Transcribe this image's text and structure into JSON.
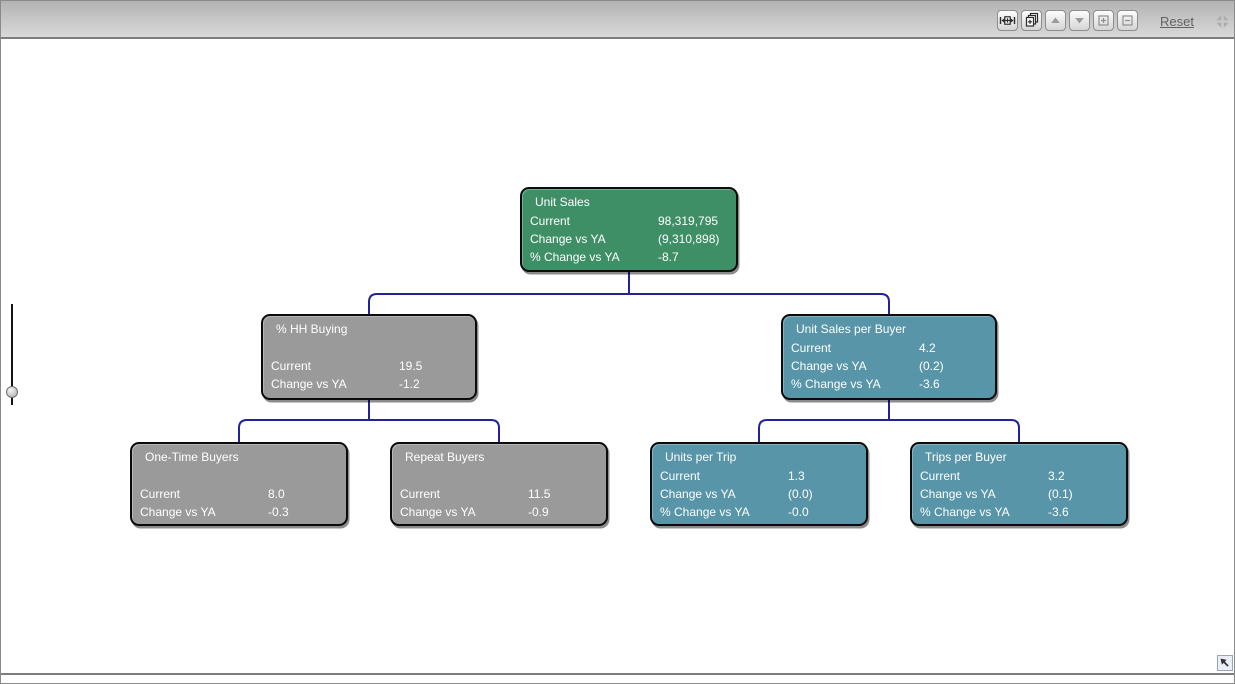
{
  "toolbar": {
    "reset_label": "Reset",
    "buttons": [
      {
        "icon": "expand-width-icon",
        "enabled": true
      },
      {
        "icon": "cascade-windows-icon",
        "enabled": true
      },
      {
        "icon": "arrow-up-icon",
        "enabled": false
      },
      {
        "icon": "arrow-down-icon",
        "enabled": false
      },
      {
        "icon": "zoom-in-icon",
        "enabled": false
      },
      {
        "icon": "zoom-out-icon",
        "enabled": false
      }
    ],
    "collapse_all_icon": "collapse-inward-icon"
  },
  "slider": {
    "orientation": "vertical",
    "knob_position": "near-bottom"
  },
  "jump_button": {
    "icon": "arrow-up-left-icon"
  },
  "colors": {
    "node_green": "#3F8F66",
    "node_gray": "#9A9A9A",
    "node_teal": "#5895A8",
    "connector": "#22229B",
    "node_text": "#FFFFFF",
    "toolbar_top": "#B3B3B3",
    "toolbar_bottom": "#D9D9D9"
  },
  "tree": {
    "nodes": [
      {
        "id": "unit-sales",
        "title": "Unit Sales",
        "color": "#3F8F66",
        "rows": [
          {
            "label": "Current",
            "value": "98,319,795"
          },
          {
            "label": "Change vs YA",
            "value": "(9,310,898)"
          },
          {
            "label": "% Change vs YA",
            "value": "-8.7"
          }
        ]
      },
      {
        "id": "pct-hh-buying",
        "title": "% HH Buying",
        "color": "#9A9A9A",
        "rows": [
          {
            "label": "Current",
            "value": "19.5"
          },
          {
            "label": "Change vs YA",
            "value": "-1.2"
          }
        ]
      },
      {
        "id": "unit-sales-per-buyer",
        "title": "Unit Sales per Buyer",
        "color": "#5895A8",
        "rows": [
          {
            "label": "Current",
            "value": "4.2"
          },
          {
            "label": "Change vs YA",
            "value": "(0.2)"
          },
          {
            "label": "% Change vs YA",
            "value": "-3.6"
          }
        ]
      },
      {
        "id": "one-time-buyers",
        "title": "One-Time Buyers",
        "color": "#9A9A9A",
        "rows": [
          {
            "label": "Current",
            "value": "8.0"
          },
          {
            "label": "Change vs YA",
            "value": "-0.3"
          }
        ]
      },
      {
        "id": "repeat-buyers",
        "title": "Repeat Buyers",
        "color": "#9A9A9A",
        "rows": [
          {
            "label": "Current",
            "value": "11.5"
          },
          {
            "label": "Change vs YA",
            "value": "-0.9"
          }
        ]
      },
      {
        "id": "units-per-trip",
        "title": "Units per Trip",
        "color": "#5895A8",
        "rows": [
          {
            "label": "Current",
            "value": "1.3"
          },
          {
            "label": "Change vs YA",
            "value": "(0.0)"
          },
          {
            "label": "% Change vs YA",
            "value": "-0.0"
          }
        ]
      },
      {
        "id": "trips-per-buyer",
        "title": "Trips per Buyer",
        "color": "#5895A8",
        "rows": [
          {
            "label": "Current",
            "value": "3.2"
          },
          {
            "label": "Change vs YA",
            "value": "(0.1)"
          },
          {
            "label": "% Change vs YA",
            "value": "-3.6"
          }
        ]
      }
    ],
    "edges": [
      {
        "from": "unit-sales",
        "to": "pct-hh-buying"
      },
      {
        "from": "unit-sales",
        "to": "unit-sales-per-buyer"
      },
      {
        "from": "pct-hh-buying",
        "to": "one-time-buyers"
      },
      {
        "from": "pct-hh-buying",
        "to": "repeat-buyers"
      },
      {
        "from": "unit-sales-per-buyer",
        "to": "units-per-trip"
      },
      {
        "from": "unit-sales-per-buyer",
        "to": "trips-per-buyer"
      }
    ]
  }
}
